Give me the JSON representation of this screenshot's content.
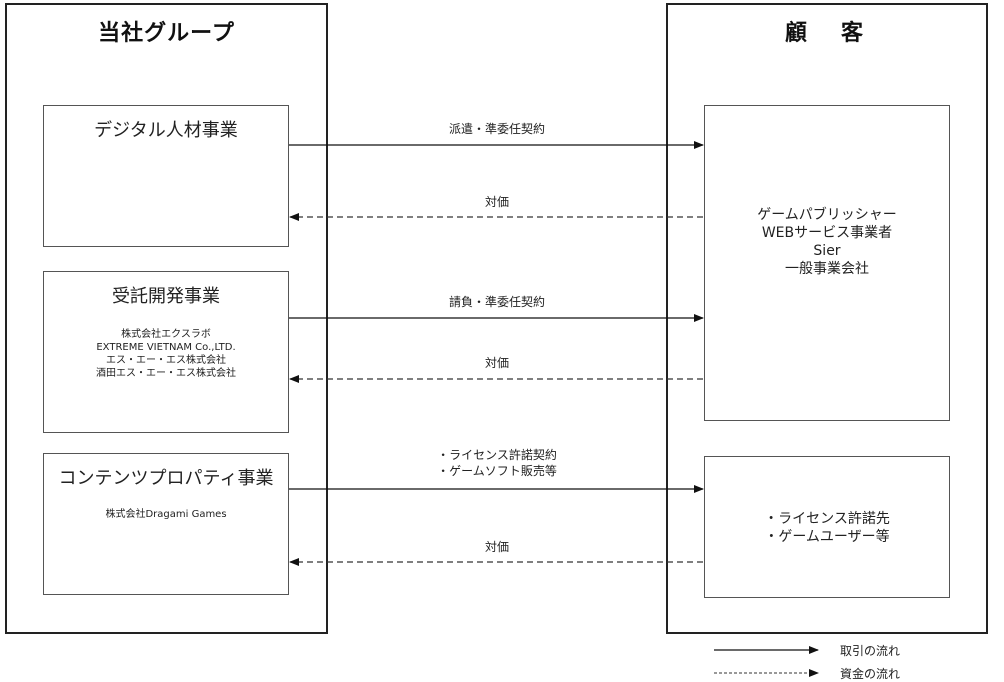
{
  "group": {
    "title": "当社グループ",
    "segments": [
      {
        "title": "デジタル人材事業",
        "companies": []
      },
      {
        "title": "受託開発事業",
        "companies": [
          "株式会社エクスラボ",
          "EXTREME VIETNAM Co.,LTD.",
          "エス・エー・エス株式会社",
          "酒田エス・エー・エス株式会社"
        ]
      },
      {
        "title": "コンテンツプロパティ事業",
        "companies": [
          "株式会社Dragami Games"
        ]
      }
    ]
  },
  "customers": {
    "title": "顧　客",
    "box1": [
      "ゲームパブリッシャー",
      "WEBサービス事業者",
      "Sier",
      "一般事業会社"
    ],
    "box2": [
      "・ライセンス許諾先",
      "・ゲームユーザー等"
    ]
  },
  "flows": [
    {
      "label": [
        "派遣・準委任契約"
      ],
      "type": "transaction"
    },
    {
      "label": [
        "対価"
      ],
      "type": "money"
    },
    {
      "label": [
        "請負・準委任契約"
      ],
      "type": "transaction"
    },
    {
      "label": [
        "対価"
      ],
      "type": "money"
    },
    {
      "label": [
        "・ライセンス許諾契約",
        "・ゲームソフト販売等"
      ],
      "type": "transaction"
    },
    {
      "label": [
        "対価"
      ],
      "type": "money"
    }
  ],
  "legend": {
    "transaction": "取引の流れ",
    "money": "資金の流れ"
  }
}
